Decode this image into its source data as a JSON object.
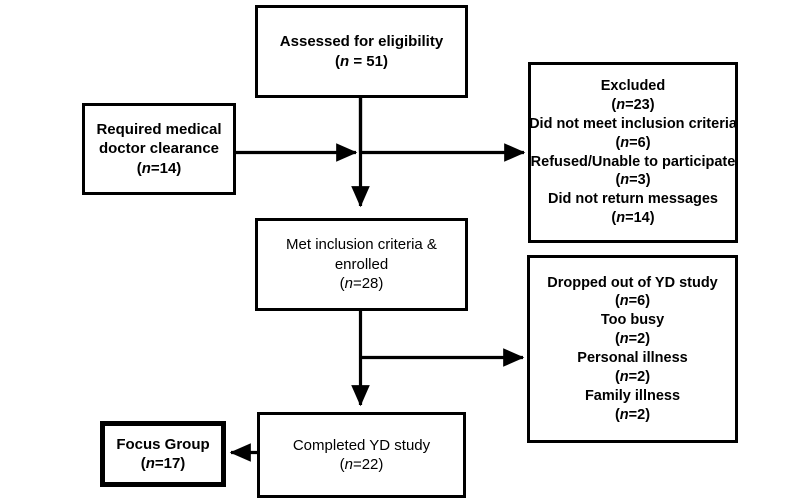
{
  "diagram": {
    "title": "Participant flow diagram (CONSORT-style)",
    "background_color": "#ffffff",
    "line_color": "#000000",
    "nodes": {
      "assessed": {
        "name": "assessed-for-eligibility",
        "lines": [
          {
            "text": "Assessed for eligibility",
            "style": "bold"
          },
          {
            "text": "(n = 51)",
            "style": "bold-italic-n"
          }
        ],
        "n": 51,
        "label": "Assessed for eligibility",
        "count_text": "(n = 51)"
      },
      "required": {
        "name": "required-medical-doctor-clearance",
        "lines": [
          {
            "text": "Required medical",
            "style": "bold"
          },
          {
            "text": "doctor clearance",
            "style": "bold"
          },
          {
            "text": "(n=14)",
            "style": "bold-italic-n"
          }
        ],
        "n": 14,
        "label": "Required medical doctor clearance",
        "count_text": "(n=14)"
      },
      "excluded": {
        "name": "excluded",
        "lines": [
          {
            "text": "Excluded",
            "style": "bold"
          },
          {
            "text": "(n=23)",
            "style": "bold-italic-n"
          },
          {
            "text": "Did not meet inclusion criteria",
            "style": "bold"
          },
          {
            "text": "(n=6)",
            "style": "bold-italic-n"
          },
          {
            "text": "Refused/Unable to participate",
            "style": "bold"
          },
          {
            "text": "(n=3)",
            "style": "bold"
          },
          {
            "text": "Did not return messages",
            "style": "bold"
          },
          {
            "text": "(n=14)",
            "style": "bold-italic-n"
          }
        ],
        "n": 23,
        "label": "Excluded",
        "reasons": [
          {
            "reason": "Did not meet inclusion criteria",
            "n": 6,
            "count_text": "(n=6)"
          },
          {
            "reason": "Refused/Unable to participate",
            "n": 3,
            "count_text": "(n=3)"
          },
          {
            "reason": "Did not return messages",
            "n": 14,
            "count_text": "(n=14)"
          }
        ]
      },
      "met": {
        "name": "met-inclusion-criteria-enrolled",
        "lines": [
          {
            "text": "Met inclusion criteria &",
            "style": "regular"
          },
          {
            "text": "enrolled",
            "style": "regular"
          },
          {
            "text": "(n=28)",
            "style": "regular"
          }
        ],
        "n": 28,
        "label": "Met inclusion criteria & enrolled",
        "count_text": "(n=28)"
      },
      "dropped": {
        "name": "dropped-out-of-yd-study",
        "lines": [
          {
            "text": "Dropped out of YD study",
            "style": "bold"
          },
          {
            "text": "(n=6)",
            "style": "bold-italic-n"
          },
          {
            "text": "Too busy",
            "style": "bold"
          },
          {
            "text": "(n=2)",
            "style": "bold-italic-n"
          },
          {
            "text": "Personal illness",
            "style": "bold"
          },
          {
            "text": "(n=2)",
            "style": "bold-italic-n"
          },
          {
            "text": "Family illness",
            "style": "bold"
          },
          {
            "text": "(n=2)",
            "style": "bold-italic-n"
          }
        ],
        "n": 6,
        "label": "Dropped out of YD study",
        "reasons": [
          {
            "reason": "Too busy",
            "n": 2,
            "count_text": "(n=2)"
          },
          {
            "reason": "Personal illness",
            "n": 2,
            "count_text": "(n=2)"
          },
          {
            "reason": "Family illness",
            "n": 2,
            "count_text": "(n=2)"
          }
        ]
      },
      "focus": {
        "name": "focus-group",
        "lines": [
          {
            "text": "Focus Group",
            "style": "bold"
          },
          {
            "text": "(n=17)",
            "style": "bold-italic-n"
          }
        ],
        "n": 17,
        "label": "Focus Group",
        "count_text": "(n=17)"
      },
      "completed": {
        "name": "completed-yd-study",
        "lines": [
          {
            "text": "Completed YD study",
            "style": "regular"
          },
          {
            "text": "(n=22)",
            "style": "regular-italic-n"
          }
        ],
        "n": 22,
        "label": "Completed YD study",
        "count_text": "(n=22)"
      }
    },
    "connectors": [
      {
        "name": "assessed-to-met",
        "from": "assessed",
        "to": "met",
        "direction": "down"
      },
      {
        "name": "required-to-trunk",
        "from": "required",
        "to": "trunk",
        "direction": "right"
      },
      {
        "name": "trunk-to-excluded",
        "from": "trunk",
        "to": "excluded",
        "direction": "right"
      },
      {
        "name": "trunk-to-dropped",
        "from": "met",
        "to": "dropped",
        "direction": "right"
      },
      {
        "name": "met-to-completed",
        "from": "met",
        "to": "completed",
        "direction": "down"
      },
      {
        "name": "completed-to-focus",
        "from": "completed",
        "to": "focus",
        "direction": "left"
      }
    ]
  }
}
